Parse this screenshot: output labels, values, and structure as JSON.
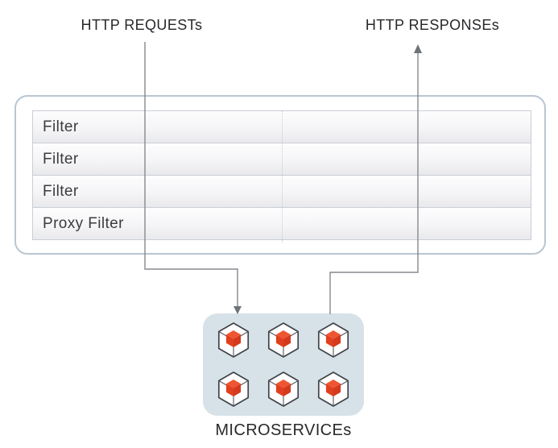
{
  "labels": {
    "requests": "HTTP REQUESTs",
    "responses": "HTTP RESPONSEs"
  },
  "filter_box": {
    "rows": [
      {
        "label": "Filter"
      },
      {
        "label": "Filter"
      },
      {
        "label": "Filter"
      },
      {
        "label": "Proxy Filter"
      }
    ]
  },
  "microservices": {
    "label": "MICROSERVICEs",
    "count": 6,
    "icon": "cube-in-hexagon-icon"
  },
  "flows": [
    {
      "name": "request-flow",
      "from": "HTTP REQUESTs",
      "to": "MICROSERVICEs",
      "direction": "down"
    },
    {
      "name": "response-flow",
      "from": "MICROSERVICEs",
      "to": "HTTP RESPONSEs",
      "direction": "up"
    }
  ],
  "colors": {
    "cube_red_top": "#ef5533",
    "cube_red_left": "#e1401f",
    "cube_red_right": "#d43a1e",
    "microservices_box": "#d6e2e7",
    "arrow_line": "#85898f",
    "container_border": "#b9c6d1"
  }
}
